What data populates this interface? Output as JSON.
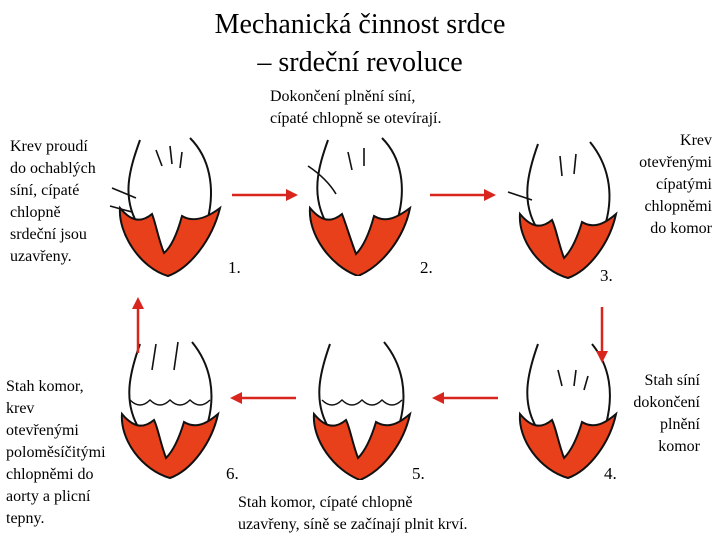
{
  "title_line1": "Mechanická činnost srdce",
  "title_line2": "– srdeční revoluce",
  "colors": {
    "muscle": "#e8401a",
    "outline": "#111111",
    "arrow": "#d8261e"
  },
  "stages": [
    {
      "number": "1.",
      "text": "Krev proudí\ndo ochablých\nsíní, cípaté\nchlopně\nsrdeční jsou\nuzavřeny."
    },
    {
      "number": "2.",
      "text": "Dokončení plnění síní,\ncípaté chlopně se otevírají."
    },
    {
      "number": "3.",
      "text": "Krev\notevřenými\ncípatými\nchlopněmi\ndo komor"
    },
    {
      "number": "4.",
      "text": "Stah síní\ndokončení\nplnění\nkomor"
    },
    {
      "number": "5.",
      "text": "Stah komor, cípaté chlopně\nuzavřeny, síně se začínají plnit krví."
    },
    {
      "number": "6.",
      "text": "Stah komor,\nkrev\notevřenými\npoloměsíčitými\nchlopněmi do\naorty a plicní\ntepny."
    }
  ]
}
